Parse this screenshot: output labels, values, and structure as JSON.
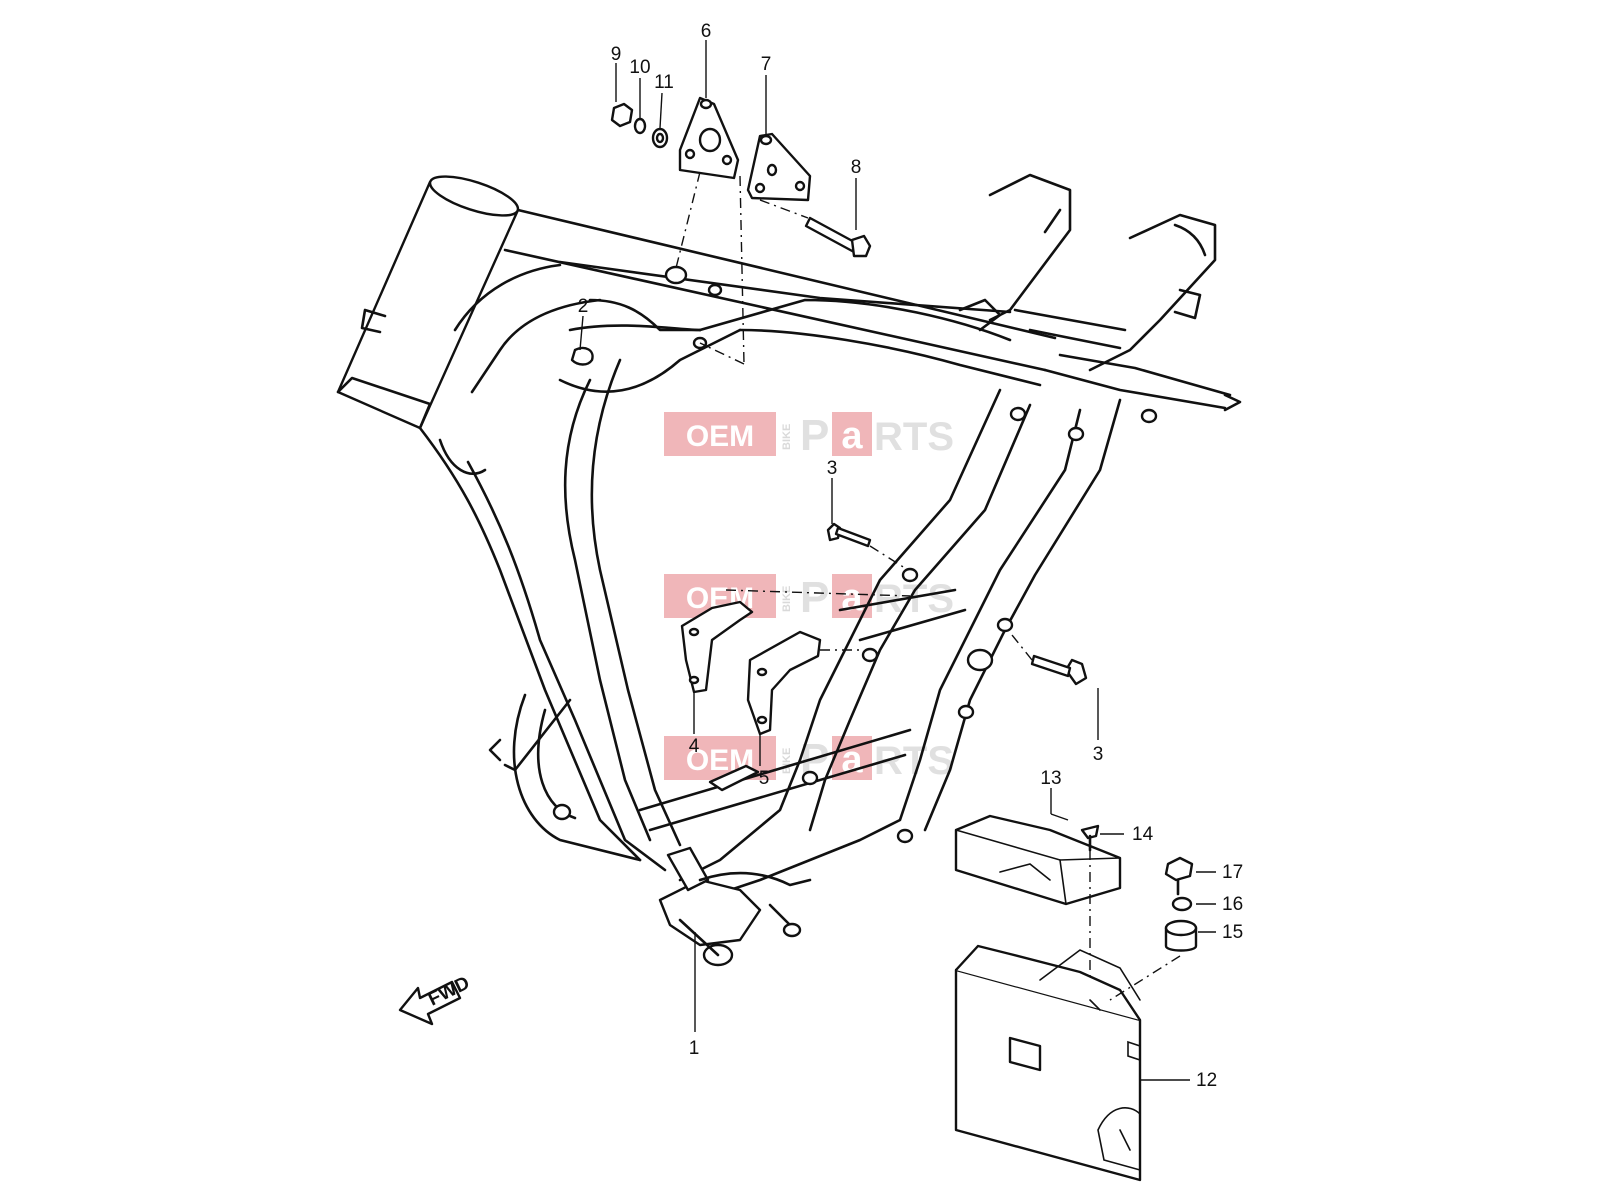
{
  "diagram": {
    "callouts": [
      {
        "id": "1",
        "label": "1"
      },
      {
        "id": "2",
        "label": "2"
      },
      {
        "id": "3a",
        "label": "3"
      },
      {
        "id": "3b",
        "label": "3"
      },
      {
        "id": "4",
        "label": "4"
      },
      {
        "id": "5",
        "label": "5"
      },
      {
        "id": "6",
        "label": "6"
      },
      {
        "id": "7",
        "label": "7"
      },
      {
        "id": "8",
        "label": "8"
      },
      {
        "id": "9",
        "label": "9"
      },
      {
        "id": "10",
        "label": "10"
      },
      {
        "id": "11",
        "label": "11"
      },
      {
        "id": "12",
        "label": "12"
      },
      {
        "id": "13",
        "label": "13"
      },
      {
        "id": "14",
        "label": "14"
      },
      {
        "id": "15",
        "label": "15"
      },
      {
        "id": "16",
        "label": "16"
      },
      {
        "id": "17",
        "label": "17"
      }
    ],
    "fwd_label": "FWD"
  },
  "watermark": {
    "left": "OEM",
    "middle": "BIKE",
    "right_a": "P",
    "right_b": "a",
    "right_c": "RTS",
    "color": "#d9262e"
  }
}
